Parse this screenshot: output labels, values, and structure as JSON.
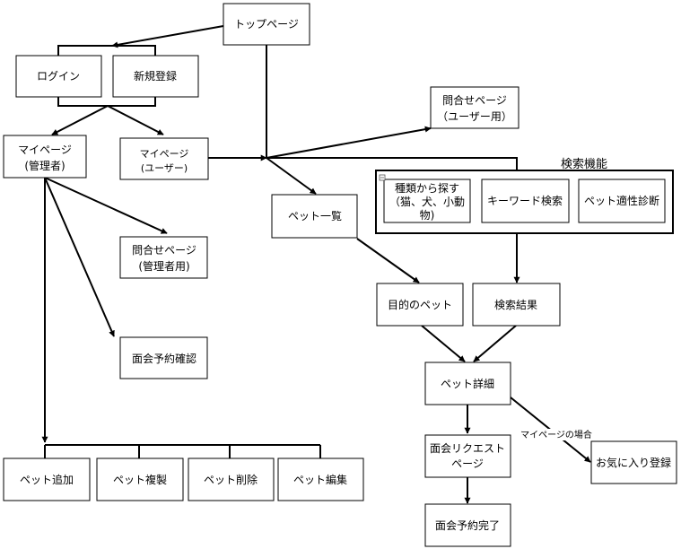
{
  "nodes": {
    "top": "トップページ",
    "login": "ログイン",
    "register": "新規登録",
    "mypage_admin": [
      "マイページ",
      "(管理者)"
    ],
    "mypage_user": [
      "マイページ",
      "(ユーザー)"
    ],
    "contact_user": [
      "問合せページ",
      "（ユーザー用）"
    ],
    "contact_admin": [
      "問合せページ",
      "(管理者用)"
    ],
    "reservation_check": "面会予約確認",
    "pet_list": "ペット一覧",
    "search_kind": [
      "種類から探す",
      "（猫、犬、小動",
      "物)"
    ],
    "search_keyword": "キーワード検索",
    "search_aptitude": "ペット適性診断",
    "target_pet": "目的のペット",
    "search_result": "検索結果",
    "pet_detail": "ペット詳細",
    "visit_request": [
      "面会リクエスト",
      "ページ"
    ],
    "favorite": "お気に入り登録",
    "visit_complete": "面会予約完了",
    "pet_add": "ペット追加",
    "pet_copy": "ペット複製",
    "pet_delete": "ペット削除",
    "pet_edit": "ペット編集"
  },
  "group": {
    "search": "検索機能"
  },
  "edge_labels": {
    "mypage_case": "マイページの場合"
  }
}
